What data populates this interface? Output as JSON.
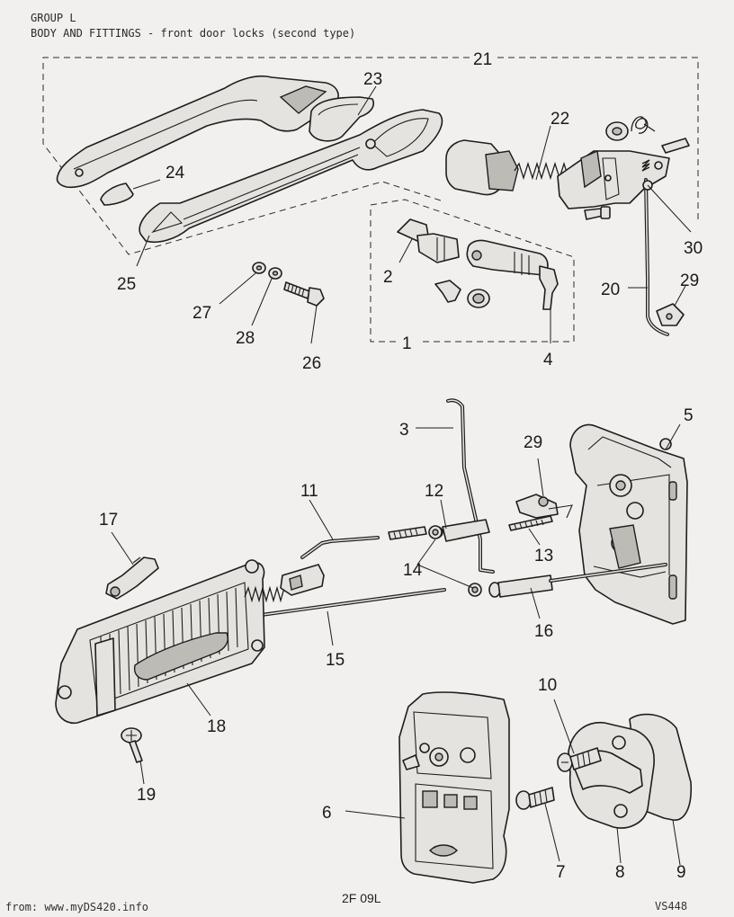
{
  "header": {
    "group": "GROUP L",
    "title": "BODY AND FITTINGS - front door locks (second type)"
  },
  "callouts": {
    "c1": "1",
    "c2": "2",
    "c3": "3",
    "c4": "4",
    "c5": "5",
    "c6": "6",
    "c7": "7",
    "c8": "8",
    "c9": "9",
    "c10": "10",
    "c11": "11",
    "c12": "12",
    "c13": "13",
    "c14": "14",
    "c15": "15",
    "c16": "16",
    "c17": "17",
    "c18": "18",
    "c19": "19",
    "c20": "20",
    "c21": "21",
    "c22": "22",
    "c23": "23",
    "c24": "24",
    "c25": "25",
    "c26": "26",
    "c27": "27",
    "c28": "28",
    "c29a": "29",
    "c29b": "29",
    "c30": "30"
  },
  "footer": {
    "source": "from: www.myDS420.info",
    "page_code": "2F 09L",
    "ref": "VS448"
  }
}
